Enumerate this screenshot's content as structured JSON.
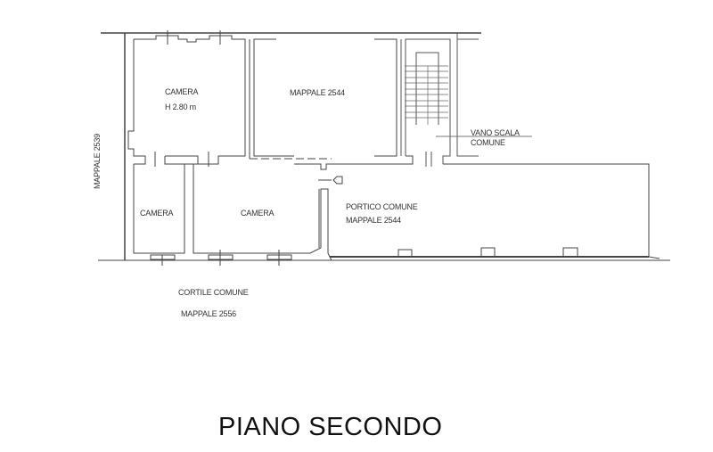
{
  "title": "PIANO SECONDO",
  "rooms": {
    "camera_top": "CAMERA",
    "camera_top_height": "H 2.80 m",
    "mappale_2544_room": "MAPPALE 2544",
    "vano_scala_1": "VANO SCALA",
    "vano_scala_2": "COMUNE",
    "camera_left": "CAMERA",
    "camera_mid": "CAMERA",
    "portico_1": "PORTICO COMUNE",
    "portico_2": "MAPPALE 2544"
  },
  "outside": {
    "mappale_left": "MAPPALE 2539",
    "cortile": "CORTILE COMUNE",
    "cortile_mappale": "MAPPALE 2556"
  }
}
